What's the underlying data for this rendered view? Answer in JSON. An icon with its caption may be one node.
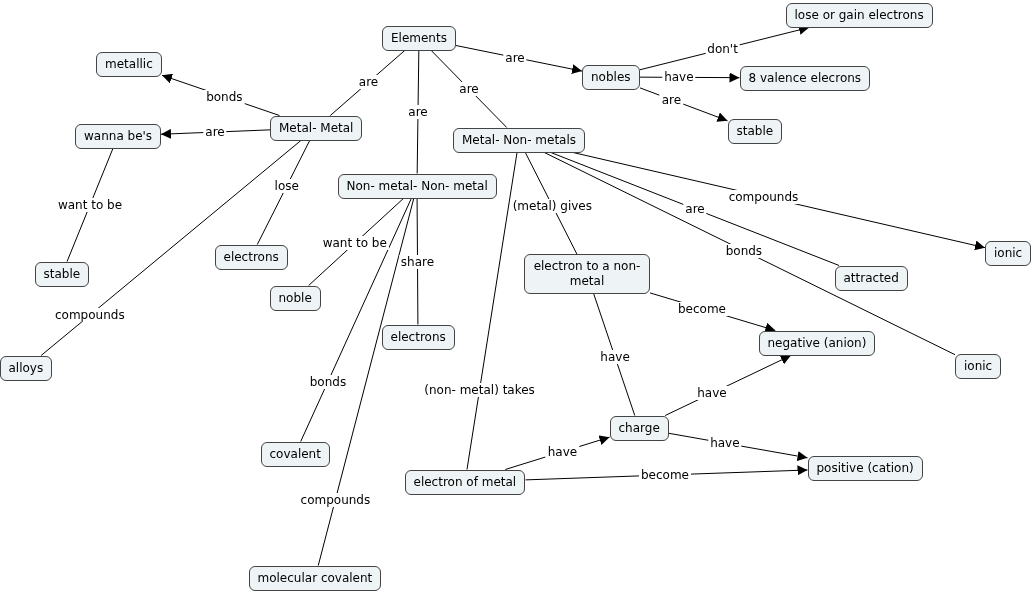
{
  "diagram": {
    "nodes": [
      {
        "text": [
          "Elements"
        ]
      },
      {
        "text": [
          "lose or gain electrons"
        ]
      },
      {
        "text": [
          "metallic"
        ]
      },
      {
        "text": [
          "nobles"
        ]
      },
      {
        "text": [
          "8 valence elecrons"
        ]
      },
      {
        "text": [
          "wanna be's"
        ]
      },
      {
        "text": [
          "Metal- Metal"
        ]
      },
      {
        "text": [
          "stable"
        ]
      },
      {
        "text": [
          "Metal- Non- metals"
        ]
      },
      {
        "text": [
          "Non- metal- Non- metal"
        ]
      },
      {
        "text": [
          "ionic"
        ]
      },
      {
        "text": [
          "electrons"
        ]
      },
      {
        "text": [
          "stable"
        ]
      },
      {
        "text": [
          "electron to a non- metal"
        ]
      },
      {
        "text": [
          "attracted"
        ]
      },
      {
        "text": [
          "noble"
        ]
      },
      {
        "text": [
          "negative (anion)"
        ]
      },
      {
        "text": [
          "electrons"
        ]
      },
      {
        "text": [
          "alloys"
        ]
      },
      {
        "text": [
          "ionic"
        ]
      },
      {
        "text": [
          "charge"
        ]
      },
      {
        "text": [
          "covalent"
        ]
      },
      {
        "text": [
          "positive (cation)"
        ]
      },
      {
        "text": [
          "electron of metal"
        ]
      },
      {
        "text": [
          "molecular covalent"
        ]
      }
    ],
    "edges": [
      {
        "from": 0,
        "to": 3,
        "arrow": "to",
        "label": "are"
      },
      {
        "from": 0,
        "to": 6,
        "arrow": "none",
        "label": "are"
      },
      {
        "from": 0,
        "to": 9,
        "arrow": "none",
        "label": "are"
      },
      {
        "from": 0,
        "to": 8,
        "arrow": "none",
        "label": "are"
      },
      {
        "from": 3,
        "to": 1,
        "arrow": "to",
        "label": "don't"
      },
      {
        "from": 3,
        "to": 4,
        "arrow": "to",
        "label": "have"
      },
      {
        "from": 3,
        "to": 7,
        "arrow": "to",
        "label": "are"
      },
      {
        "from": 6,
        "to": 2,
        "arrow": "to",
        "label": "bonds"
      },
      {
        "from": 6,
        "to": 5,
        "arrow": "to",
        "label": "are"
      },
      {
        "from": 5,
        "to": 12,
        "arrow": "none",
        "label": "want to be"
      },
      {
        "from": 6,
        "to": 11,
        "arrow": "none",
        "label": "lose"
      },
      {
        "from": 6,
        "to": 18,
        "arrow": "none",
        "label": "compounds"
      },
      {
        "from": 9,
        "to": 15,
        "arrow": "none",
        "label": "want to be"
      },
      {
        "from": 9,
        "to": 17,
        "arrow": "none",
        "label": "share"
      },
      {
        "from": 9,
        "to": 21,
        "arrow": "none",
        "label": "bonds"
      },
      {
        "from": 9,
        "to": 24,
        "arrow": "none",
        "label": "compounds"
      },
      {
        "from": 8,
        "to": 10,
        "arrow": "to",
        "label": "compounds"
      },
      {
        "from": 8,
        "to": 14,
        "arrow": "none",
        "label": "are"
      },
      {
        "from": 8,
        "to": 19,
        "arrow": "none",
        "label": "bonds"
      },
      {
        "from": 8,
        "to": 13,
        "arrow": "none",
        "label": "(metal) gives"
      },
      {
        "from": 8,
        "to": 23,
        "arrow": "none",
        "label": "(non- metal) takes"
      },
      {
        "from": 13,
        "to": 16,
        "arrow": "to",
        "label": "become"
      },
      {
        "from": 13,
        "to": 20,
        "arrow": "none",
        "label": "have"
      },
      {
        "from": 20,
        "to": 16,
        "arrow": "to",
        "label": "have"
      },
      {
        "from": 20,
        "to": 22,
        "arrow": "to",
        "label": "have"
      },
      {
        "from": 23,
        "to": 20,
        "arrow": "to",
        "label": "have"
      },
      {
        "from": 23,
        "to": 22,
        "arrow": "to",
        "label": "become"
      }
    ]
  }
}
